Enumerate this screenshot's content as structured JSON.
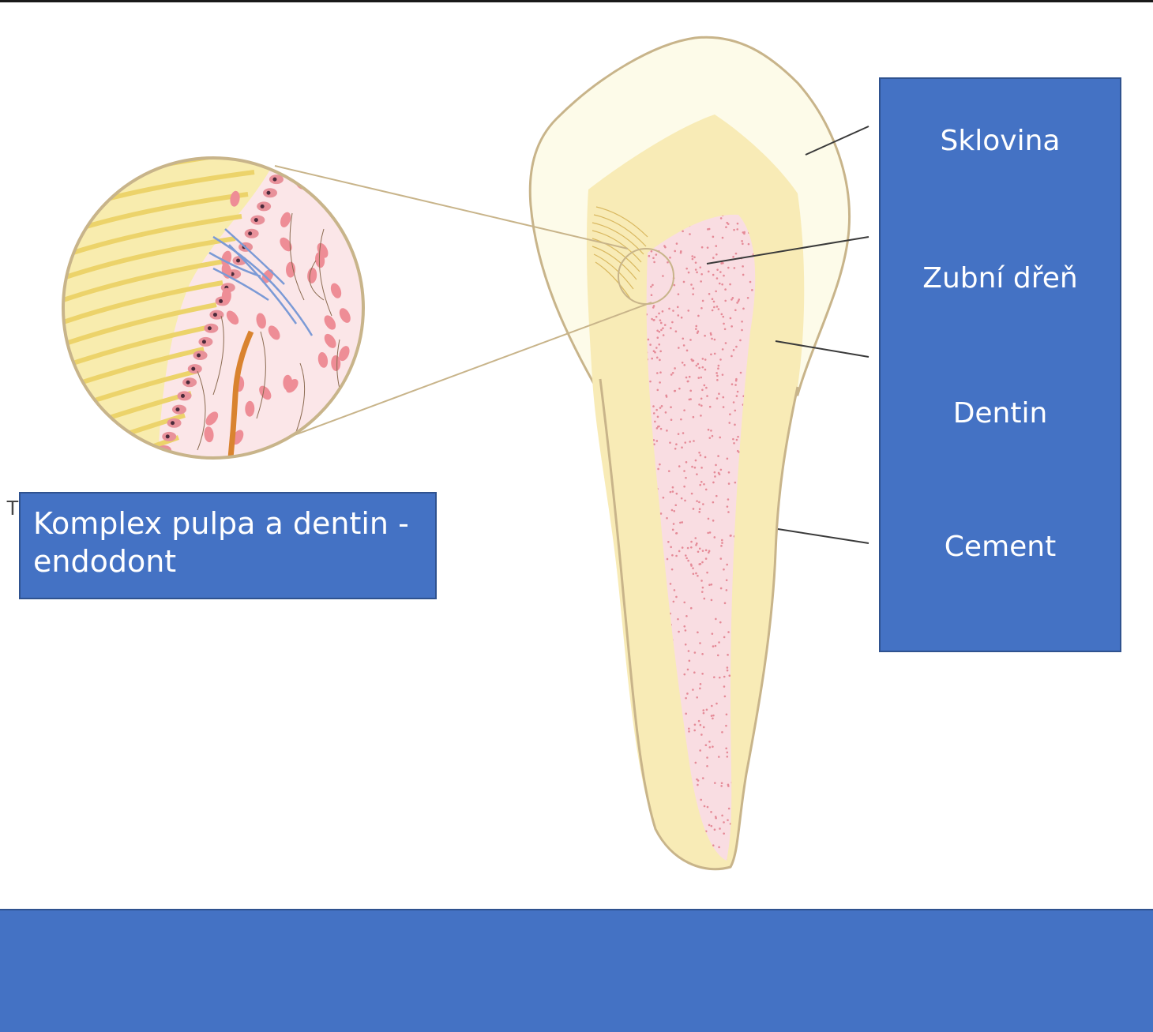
{
  "labels": {
    "enamel": "Sklovina",
    "pulp": "Zubní dřeň",
    "dentin": "Dentin",
    "cementum": "Cement"
  },
  "complex_label": "Komplex pulpa a dentin - endodont",
  "stray_glyph": "T",
  "colors": {
    "label_box": "#4472c4",
    "label_border": "#2f528f",
    "enamel": "#fdfbe9",
    "dentin": "#f8ebb6",
    "pulp": "#f9dde2",
    "outline": "#c8b48a",
    "cell": "#e8919a",
    "nerve": "#7b9ad6",
    "vessel": "#d9832f",
    "tubule": "#ecd36a"
  }
}
